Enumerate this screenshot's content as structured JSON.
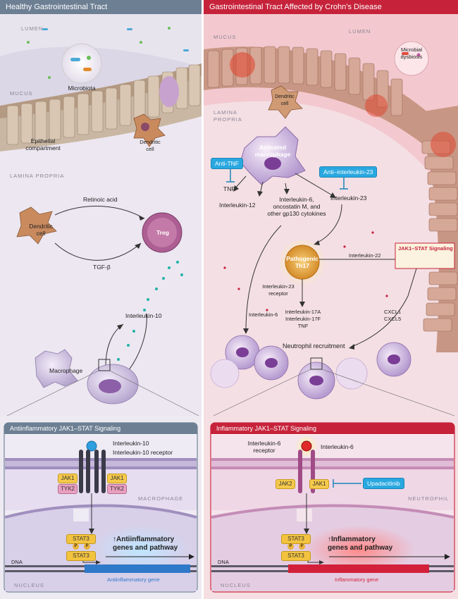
{
  "left": {
    "header": "Healthy Gastrointestinal Tract",
    "lumen": "LUMEN",
    "mucus": "MUCUS",
    "microbiota": "Microbiota",
    "epithelial": "Epithelial\ncompartment",
    "dendritic_top": "Dendritic\ncell",
    "lamina_propria": "LAMINA PROPRIA",
    "retinoic_acid": "Retinoic acid",
    "dendritic_cell": "Dendritic\ncell",
    "tgf": "TGF-β",
    "treg": "Treg",
    "il10": "Interleukin-10",
    "macrophage": "Macrophage",
    "section_title": "Antiinflammatory JAK1–STAT Signaling",
    "ligand": "Interleukin-10",
    "receptor": "Interleukin-10 receptor",
    "jak1_a": "JAK1",
    "jak1_b": "JAK1",
    "tyk2_a": "TYK2",
    "tyk2_b": "TYK2",
    "cell_label": "MACROPHAGE",
    "stat3_top": "STAT3",
    "stat3_bottom": "STAT3",
    "p": "P",
    "effect": "↑Antiinflammatory\ngenes and pathway",
    "dna": "DNA",
    "gene": "Antiinflammatory gene",
    "nucleus": "NUCLEUS"
  },
  "right": {
    "header": "Gastrointestinal Tract Affected by Crohn’s Disease",
    "mucus": "MUCUS",
    "lumen": "LUMEN",
    "dysbiosis": "Microbial\ndysbiosis",
    "dendritic": "Dendritic\ncell",
    "lamina_propria": "LAMINA\nPROPRIA",
    "activated_macrophage": "Activated\nmacrophage",
    "anti_tnf": "Anti-TNF",
    "tnf": "TNF",
    "anti_il23": "Anti–interleukin-23",
    "il12": "Interleukin-12",
    "il6_group": "Interleukin-6,\noncostatin M, and\nother gp130 cytokines",
    "il23": "Interleukin-23",
    "jak_stat_box": "JAK1–STAT Signaling",
    "il22": "Interleukin-22",
    "th17": "Pathogenic\nTh17",
    "il23r": "Interleukin-23\nreceptor",
    "il6": "Interleukin-6",
    "il17": "Interleukin-17A\nInterleukin-17F\nTNF",
    "cxcl": "CXCL1\nCXCL5",
    "neutrophil_recruitment": "Neutrophil recruitment",
    "section_title": "Inflammatory JAK1–STAT Signaling",
    "receptor": "Interleukin-6\nreceptor",
    "ligand": "Interleukin-6",
    "jak2": "JAK2",
    "jak1": "JAK1",
    "drug": "Upadacitinib",
    "cell_label": "NEUTROPHIL",
    "stat3_top": "STAT3",
    "stat3_bottom": "STAT3",
    "p": "P",
    "effect": "↑Inflammatory\ngenes and pathway",
    "dna": "DNA",
    "gene": "Inflammatory gene",
    "nucleus": "NUCLEUS"
  },
  "colors": {
    "left_header": "#6d7f93",
    "right_header": "#c6233b",
    "anti_box": "#29a8e0",
    "jak": "#f5c94b",
    "tyk": "#e8a0c0"
  }
}
